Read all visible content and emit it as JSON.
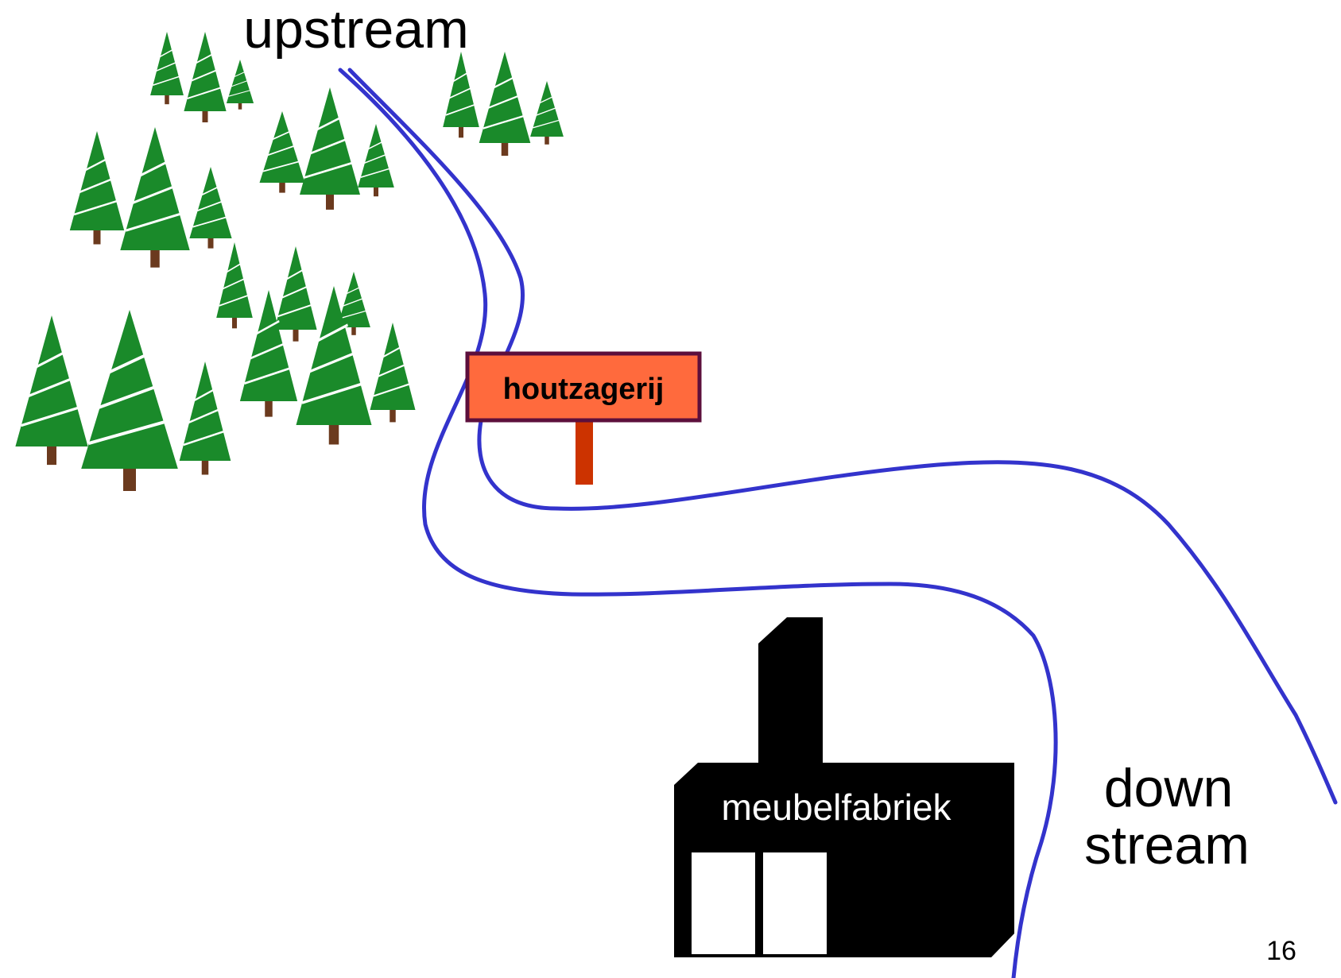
{
  "labels": {
    "upstream": "upstream",
    "down": "down",
    "stream": "stream",
    "sawmill": "houtzagerij",
    "factory": "meubelfabriek",
    "page_number": "16"
  },
  "colors": {
    "river": "#3333cc",
    "tree_green": "#1a8a2a",
    "tree_stripe": "#ffffff",
    "trunk": "#6b3a1e",
    "sign_fill": "#ff6a3d",
    "sign_border": "#5c0f3c",
    "sign_post": "#cc3300",
    "factory": "#000000",
    "window": "#ffffff"
  },
  "icons": [
    "pine-tree-icon",
    "sawmill-sign-icon",
    "factory-icon"
  ]
}
